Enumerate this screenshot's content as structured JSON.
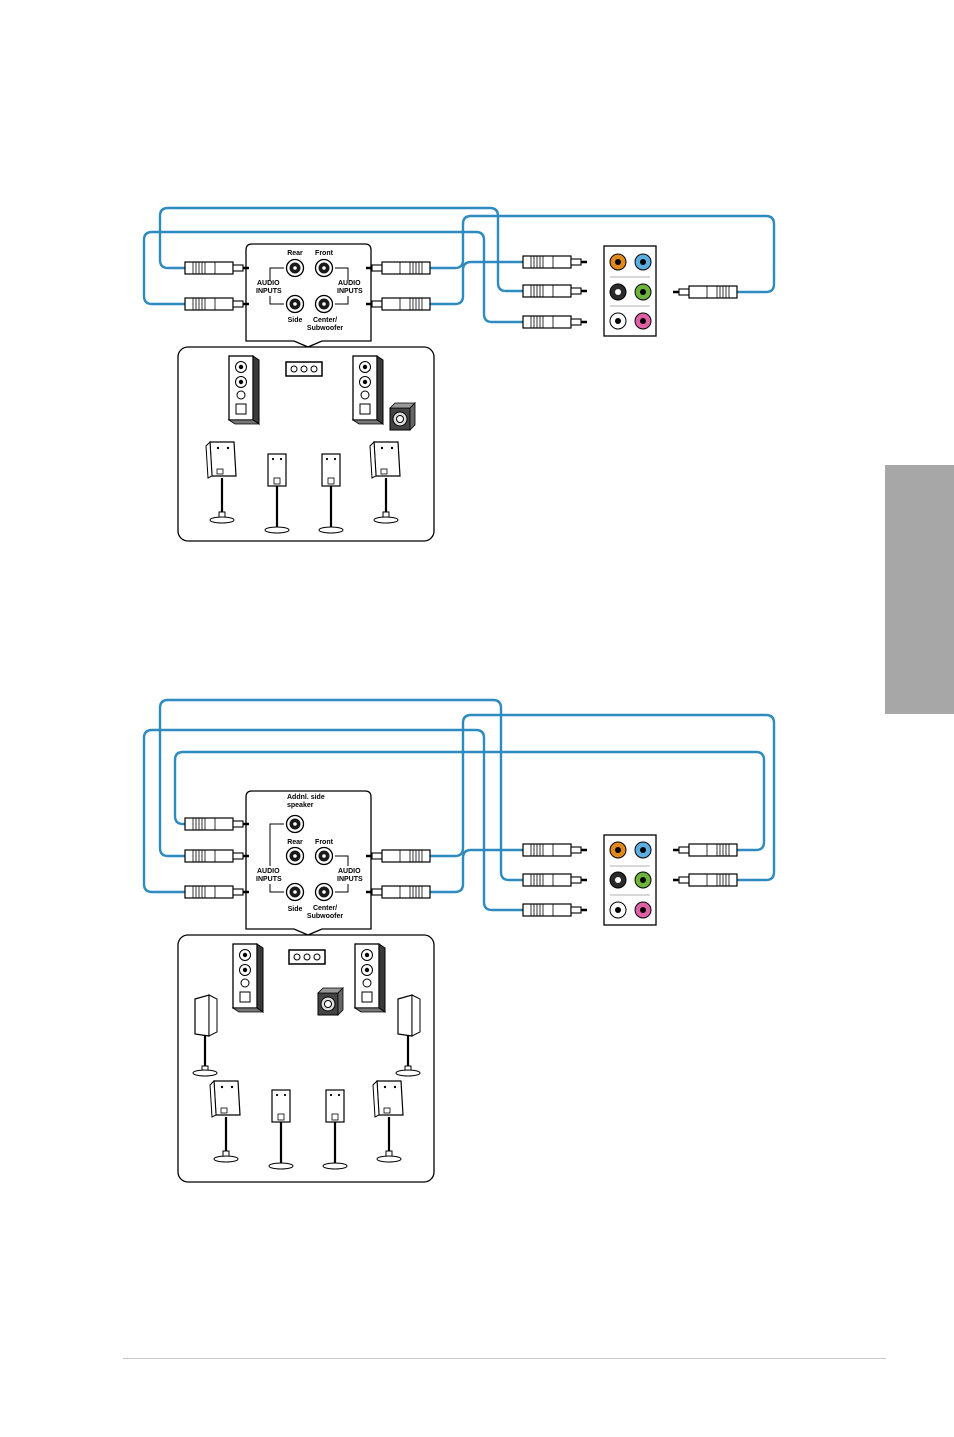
{
  "page": {
    "tab_color": "#a7a7a7",
    "rule_color": "#c8c8c8",
    "cable_color": "#2e8bc0"
  },
  "diagram_top": {
    "labels": {
      "rear": "Rear",
      "front": "Front",
      "side": "Side",
      "center_1": "Center/",
      "center_2": "Subwoofer",
      "audio_left_1": "AUDIO",
      "audio_left_2": "INPUTS",
      "audio_right_1": "AUDIO",
      "audio_right_2": "INPUTS"
    }
  },
  "diagram_bottom": {
    "labels": {
      "addnl_1": "Addnl. side",
      "addnl_2": "speaker",
      "rear": "Rear",
      "front": "Front",
      "side": "Side",
      "center_1": "Center/",
      "center_2": "Subwoofer",
      "audio_left_1": "AUDIO",
      "audio_left_2": "INPUTS",
      "audio_right_1": "AUDIO",
      "audio_right_2": "INPUTS"
    }
  },
  "audio_panel": {
    "jack_colors": [
      "#e08a1e",
      "#5aaee0",
      "#2a2a2a",
      "#6cb43a",
      "#ffffff",
      "#e060a8"
    ]
  }
}
